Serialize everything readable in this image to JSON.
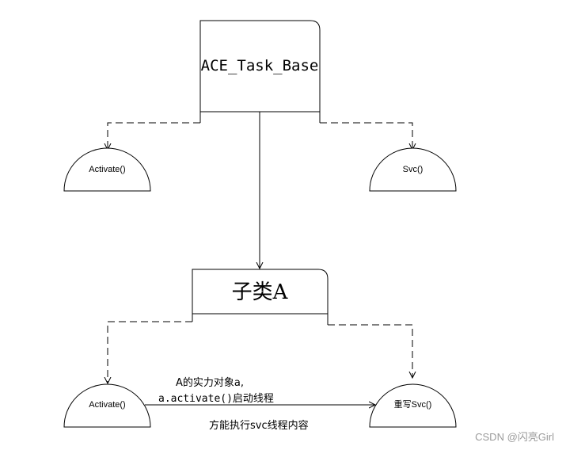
{
  "base_class": {
    "label": "ACE_Task_Base"
  },
  "base_methods": {
    "activate": "Activate()",
    "svc": "Svc()"
  },
  "subclass": {
    "label": "子类A"
  },
  "subclass_methods": {
    "activate": "Activate()",
    "svc_override": "重写Svc()"
  },
  "annotation": {
    "line1": "A的实力对象a,",
    "line2_code": "a.activate()",
    "line2_text": "启动线程",
    "line3": "方能执行svc线程内容"
  },
  "watermark": "CSDN @闪亮Girl"
}
